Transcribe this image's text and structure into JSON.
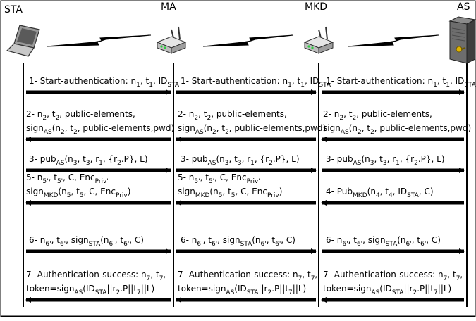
{
  "entities": [
    {
      "id": "sta",
      "label": "STA",
      "icon": "laptop-icon"
    },
    {
      "id": "ma",
      "label": "MA",
      "icon": "access-point-icon"
    },
    {
      "id": "mkd",
      "label": "MKD",
      "icon": "access-point-icon"
    },
    {
      "id": "as",
      "label": "AS",
      "icon": "server-icon"
    }
  ],
  "links": [
    "wireless-link-icon",
    "wireless-link-icon",
    "wireless-link-icon"
  ],
  "columns": [
    {
      "id": "sta-ma",
      "messages": [
        {
          "direction": "right",
          "lines": [
            [
              [
                "1- Start-authentication: n",
                ""
              ],
              [
                "1",
                ""
              ],
              [
                ", t",
                ""
              ],
              [
                "1",
                ""
              ],
              [
                ", ID",
                ""
              ],
              [
                "STA",
                ""
              ]
            ]
          ]
        },
        {
          "direction": "left",
          "lines": [
            [
              [
                "2- n",
                ""
              ],
              [
                "2",
                ""
              ],
              [
                ", t",
                ""
              ],
              [
                "2",
                ""
              ],
              [
                ", public-elements,",
                ""
              ]
            ],
            [
              [
                "sign",
                ""
              ],
              [
                "AS",
                ""
              ],
              [
                "(n",
                ""
              ],
              [
                "2",
                ""
              ],
              [
                ", t",
                ""
              ],
              [
                "2",
                ""
              ],
              [
                ", public-elements,pwd)",
                ""
              ]
            ]
          ]
        },
        {
          "direction": "right",
          "lines": [
            [
              [
                "3- pub",
                ""
              ],
              [
                "AS",
                ""
              ],
              [
                "(n",
                ""
              ],
              [
                "3",
                ""
              ],
              [
                ", t",
                ""
              ],
              [
                "3",
                ""
              ],
              [
                ", r",
                ""
              ],
              [
                "1",
                ""
              ],
              [
                ", {r",
                ""
              ],
              [
                "2",
                ""
              ],
              [
                ".P}, L)",
                ""
              ]
            ]
          ]
        },
        {
          "direction": "left",
          "lines": [
            [
              [
                "5- n",
                ""
              ],
              [
                "5'",
                ""
              ],
              [
                ", t",
                ""
              ],
              [
                "5'",
                ""
              ],
              [
                ", C, Enc",
                ""
              ],
              [
                "Priv'",
                ""
              ]
            ],
            [
              [
                "sign",
                ""
              ],
              [
                "MKD",
                ""
              ],
              [
                "(n",
                ""
              ],
              [
                "5",
                ""
              ],
              [
                ", t",
                ""
              ],
              [
                "5",
                ""
              ],
              [
                ", C, Enc",
                ""
              ],
              [
                "Priv",
                ""
              ],
              [
                ")",
                ""
              ]
            ]
          ]
        },
        {
          "direction": "right",
          "lines": [
            [
              [
                "6- n",
                ""
              ],
              [
                "6'",
                ""
              ],
              [
                ", t",
                ""
              ],
              [
                "6'",
                ""
              ],
              [
                ", sign",
                ""
              ],
              [
                "STA",
                ""
              ],
              [
                "(n",
                ""
              ],
              [
                "6'",
                ""
              ],
              [
                ", t",
                ""
              ],
              [
                "6'",
                ""
              ],
              [
                ", C)",
                ""
              ]
            ]
          ]
        },
        {
          "direction": "left",
          "lines": [
            [
              [
                "7- Authentication-success: n",
                ""
              ],
              [
                "7",
                ""
              ],
              [
                ", t",
                ""
              ],
              [
                "7",
                ""
              ],
              [
                ",",
                ""
              ]
            ],
            [
              [
                "token=sign",
                ""
              ],
              [
                "AS",
                ""
              ],
              [
                "(ID",
                ""
              ],
              [
                "STA",
                ""
              ],
              [
                "||r",
                ""
              ],
              [
                "2",
                ""
              ],
              [
                ".P||t",
                ""
              ],
              [
                "7",
                ""
              ],
              [
                "||L)",
                ""
              ]
            ]
          ]
        }
      ]
    },
    {
      "id": "ma-mkd",
      "messages": [
        {
          "direction": "right",
          "lines": [
            [
              [
                "1- Start-authentication: n",
                ""
              ],
              [
                "1",
                ""
              ],
              [
                ", t",
                ""
              ],
              [
                "1",
                ""
              ],
              [
                ", ID",
                ""
              ],
              [
                "STA",
                ""
              ]
            ]
          ]
        },
        {
          "direction": "left",
          "lines": [
            [
              [
                "2- n",
                ""
              ],
              [
                "2",
                ""
              ],
              [
                ", t",
                ""
              ],
              [
                "2",
                ""
              ],
              [
                ", public-elements,",
                ""
              ]
            ],
            [
              [
                "sign",
                ""
              ],
              [
                "AS",
                ""
              ],
              [
                "(n",
                ""
              ],
              [
                "2",
                ""
              ],
              [
                ", t",
                ""
              ],
              [
                "2",
                ""
              ],
              [
                ", public-elements,pwd)",
                ""
              ]
            ]
          ]
        },
        {
          "direction": "right",
          "lines": [
            [
              [
                "3- pub",
                ""
              ],
              [
                "AS",
                ""
              ],
              [
                "(n",
                ""
              ],
              [
                "3",
                ""
              ],
              [
                ", t",
                ""
              ],
              [
                "3",
                ""
              ],
              [
                ", r",
                ""
              ],
              [
                "1",
                ""
              ],
              [
                ", {r",
                ""
              ],
              [
                "2",
                ""
              ],
              [
                ".P}, L)",
                ""
              ]
            ]
          ]
        },
        {
          "direction": "left",
          "lines": [
            [
              [
                "5- n",
                ""
              ],
              [
                "5'",
                ""
              ],
              [
                ", t",
                ""
              ],
              [
                "5'",
                ""
              ],
              [
                ", C, Enc",
                ""
              ],
              [
                "Priv'",
                ""
              ]
            ],
            [
              [
                "sign",
                ""
              ],
              [
                "MKD",
                ""
              ],
              [
                "(n",
                ""
              ],
              [
                "5",
                ""
              ],
              [
                ", t",
                ""
              ],
              [
                "5",
                ""
              ],
              [
                ", C, Enc",
                ""
              ],
              [
                "Priv",
                ""
              ],
              [
                ")",
                ""
              ]
            ]
          ]
        },
        {
          "direction": "right",
          "lines": [
            [
              [
                "6- n",
                ""
              ],
              [
                "6'",
                ""
              ],
              [
                ", t",
                ""
              ],
              [
                "6'",
                ""
              ],
              [
                ", sign",
                ""
              ],
              [
                "STA",
                ""
              ],
              [
                "(n",
                ""
              ],
              [
                "6'",
                ""
              ],
              [
                ", t",
                ""
              ],
              [
                "6'",
                ""
              ],
              [
                ", C)",
                ""
              ]
            ]
          ]
        },
        {
          "direction": "left",
          "lines": [
            [
              [
                "7- Authentication-success: n",
                ""
              ],
              [
                "7",
                ""
              ],
              [
                ", t",
                ""
              ],
              [
                "7",
                ""
              ],
              [
                ",",
                ""
              ]
            ],
            [
              [
                "token=sign",
                ""
              ],
              [
                "AS",
                ""
              ],
              [
                "(ID",
                ""
              ],
              [
                "STA",
                ""
              ],
              [
                "||r",
                ""
              ],
              [
                "2",
                ""
              ],
              [
                ".P||t",
                ""
              ],
              [
                "7",
                ""
              ],
              [
                "||L)",
                ""
              ]
            ]
          ]
        }
      ]
    },
    {
      "id": "mkd-as",
      "messages": [
        {
          "direction": "right",
          "lines": [
            [
              [
                "1- Start-authentication: n",
                ""
              ],
              [
                "1",
                ""
              ],
              [
                ", t",
                ""
              ],
              [
                "1",
                ""
              ],
              [
                ", ID",
                ""
              ],
              [
                "STA",
                ""
              ]
            ]
          ]
        },
        {
          "direction": "left",
          "lines": [
            [
              [
                "2- n",
                ""
              ],
              [
                "2",
                ""
              ],
              [
                ", t",
                ""
              ],
              [
                "2",
                ""
              ],
              [
                ", public-elements,",
                ""
              ]
            ],
            [
              [
                "sign",
                ""
              ],
              [
                "AS",
                ""
              ],
              [
                "(n",
                ""
              ],
              [
                "2",
                ""
              ],
              [
                ", t",
                ""
              ],
              [
                "2",
                ""
              ],
              [
                ", public-elements,pwd)",
                ""
              ]
            ]
          ]
        },
        {
          "direction": "right",
          "lines": [
            [
              [
                "3- pub",
                ""
              ],
              [
                "AS",
                ""
              ],
              [
                "(n",
                ""
              ],
              [
                "3",
                ""
              ],
              [
                ", t",
                ""
              ],
              [
                "3",
                ""
              ],
              [
                ", r",
                ""
              ],
              [
                "1",
                ""
              ],
              [
                ", {r",
                ""
              ],
              [
                "2",
                ""
              ],
              [
                ".P}, L)",
                ""
              ]
            ]
          ]
        },
        {
          "direction": "left",
          "lines": [
            [
              [
                "4- Pub",
                ""
              ],
              [
                "MKD",
                ""
              ],
              [
                "(n",
                ""
              ],
              [
                "4",
                ""
              ],
              [
                ", t",
                ""
              ],
              [
                "4",
                ""
              ],
              [
                ", ID",
                ""
              ],
              [
                "STA",
                ""
              ],
              [
                ", C)",
                ""
              ]
            ]
          ]
        },
        {
          "direction": "right",
          "lines": [
            [
              [
                "6- n",
                ""
              ],
              [
                "6'",
                ""
              ],
              [
                ", t",
                ""
              ],
              [
                "6'",
                ""
              ],
              [
                ", sign",
                ""
              ],
              [
                "STA",
                ""
              ],
              [
                "(n",
                ""
              ],
              [
                "6'",
                ""
              ],
              [
                ", t",
                ""
              ],
              [
                "6'",
                ""
              ],
              [
                ", C)",
                ""
              ]
            ]
          ]
        },
        {
          "direction": "left",
          "lines": [
            [
              [
                "7- Authentication-success: n",
                ""
              ],
              [
                "7",
                ""
              ],
              [
                ", t",
                ""
              ],
              [
                "7",
                ""
              ],
              [
                ",",
                ""
              ]
            ],
            [
              [
                "token=sign",
                ""
              ],
              [
                "AS",
                ""
              ],
              [
                "(ID",
                ""
              ],
              [
                "STA",
                ""
              ],
              [
                "||r",
                ""
              ],
              [
                "2",
                ""
              ],
              [
                ".P||t",
                ""
              ],
              [
                "7",
                ""
              ],
              [
                "||L)",
                ""
              ]
            ]
          ]
        }
      ]
    }
  ]
}
